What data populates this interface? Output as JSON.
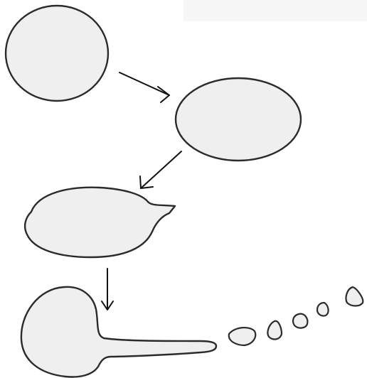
{
  "diagram": {
    "stages": [
      {
        "id": "spherical-cell"
      },
      {
        "id": "elongated-cell"
      },
      {
        "id": "budding-cell"
      },
      {
        "id": "tailed-cell"
      }
    ],
    "fragments": [
      {
        "id": "fragment-1"
      },
      {
        "id": "fragment-2"
      },
      {
        "id": "fragment-3"
      },
      {
        "id": "fragment-4"
      },
      {
        "id": "fragment-5"
      }
    ],
    "colors": {
      "cell_fill": "#efefef",
      "outline": "#2b2b2b",
      "arrow": "#111111",
      "background": "#ffffff",
      "top_band": "#f7f7f7"
    }
  }
}
